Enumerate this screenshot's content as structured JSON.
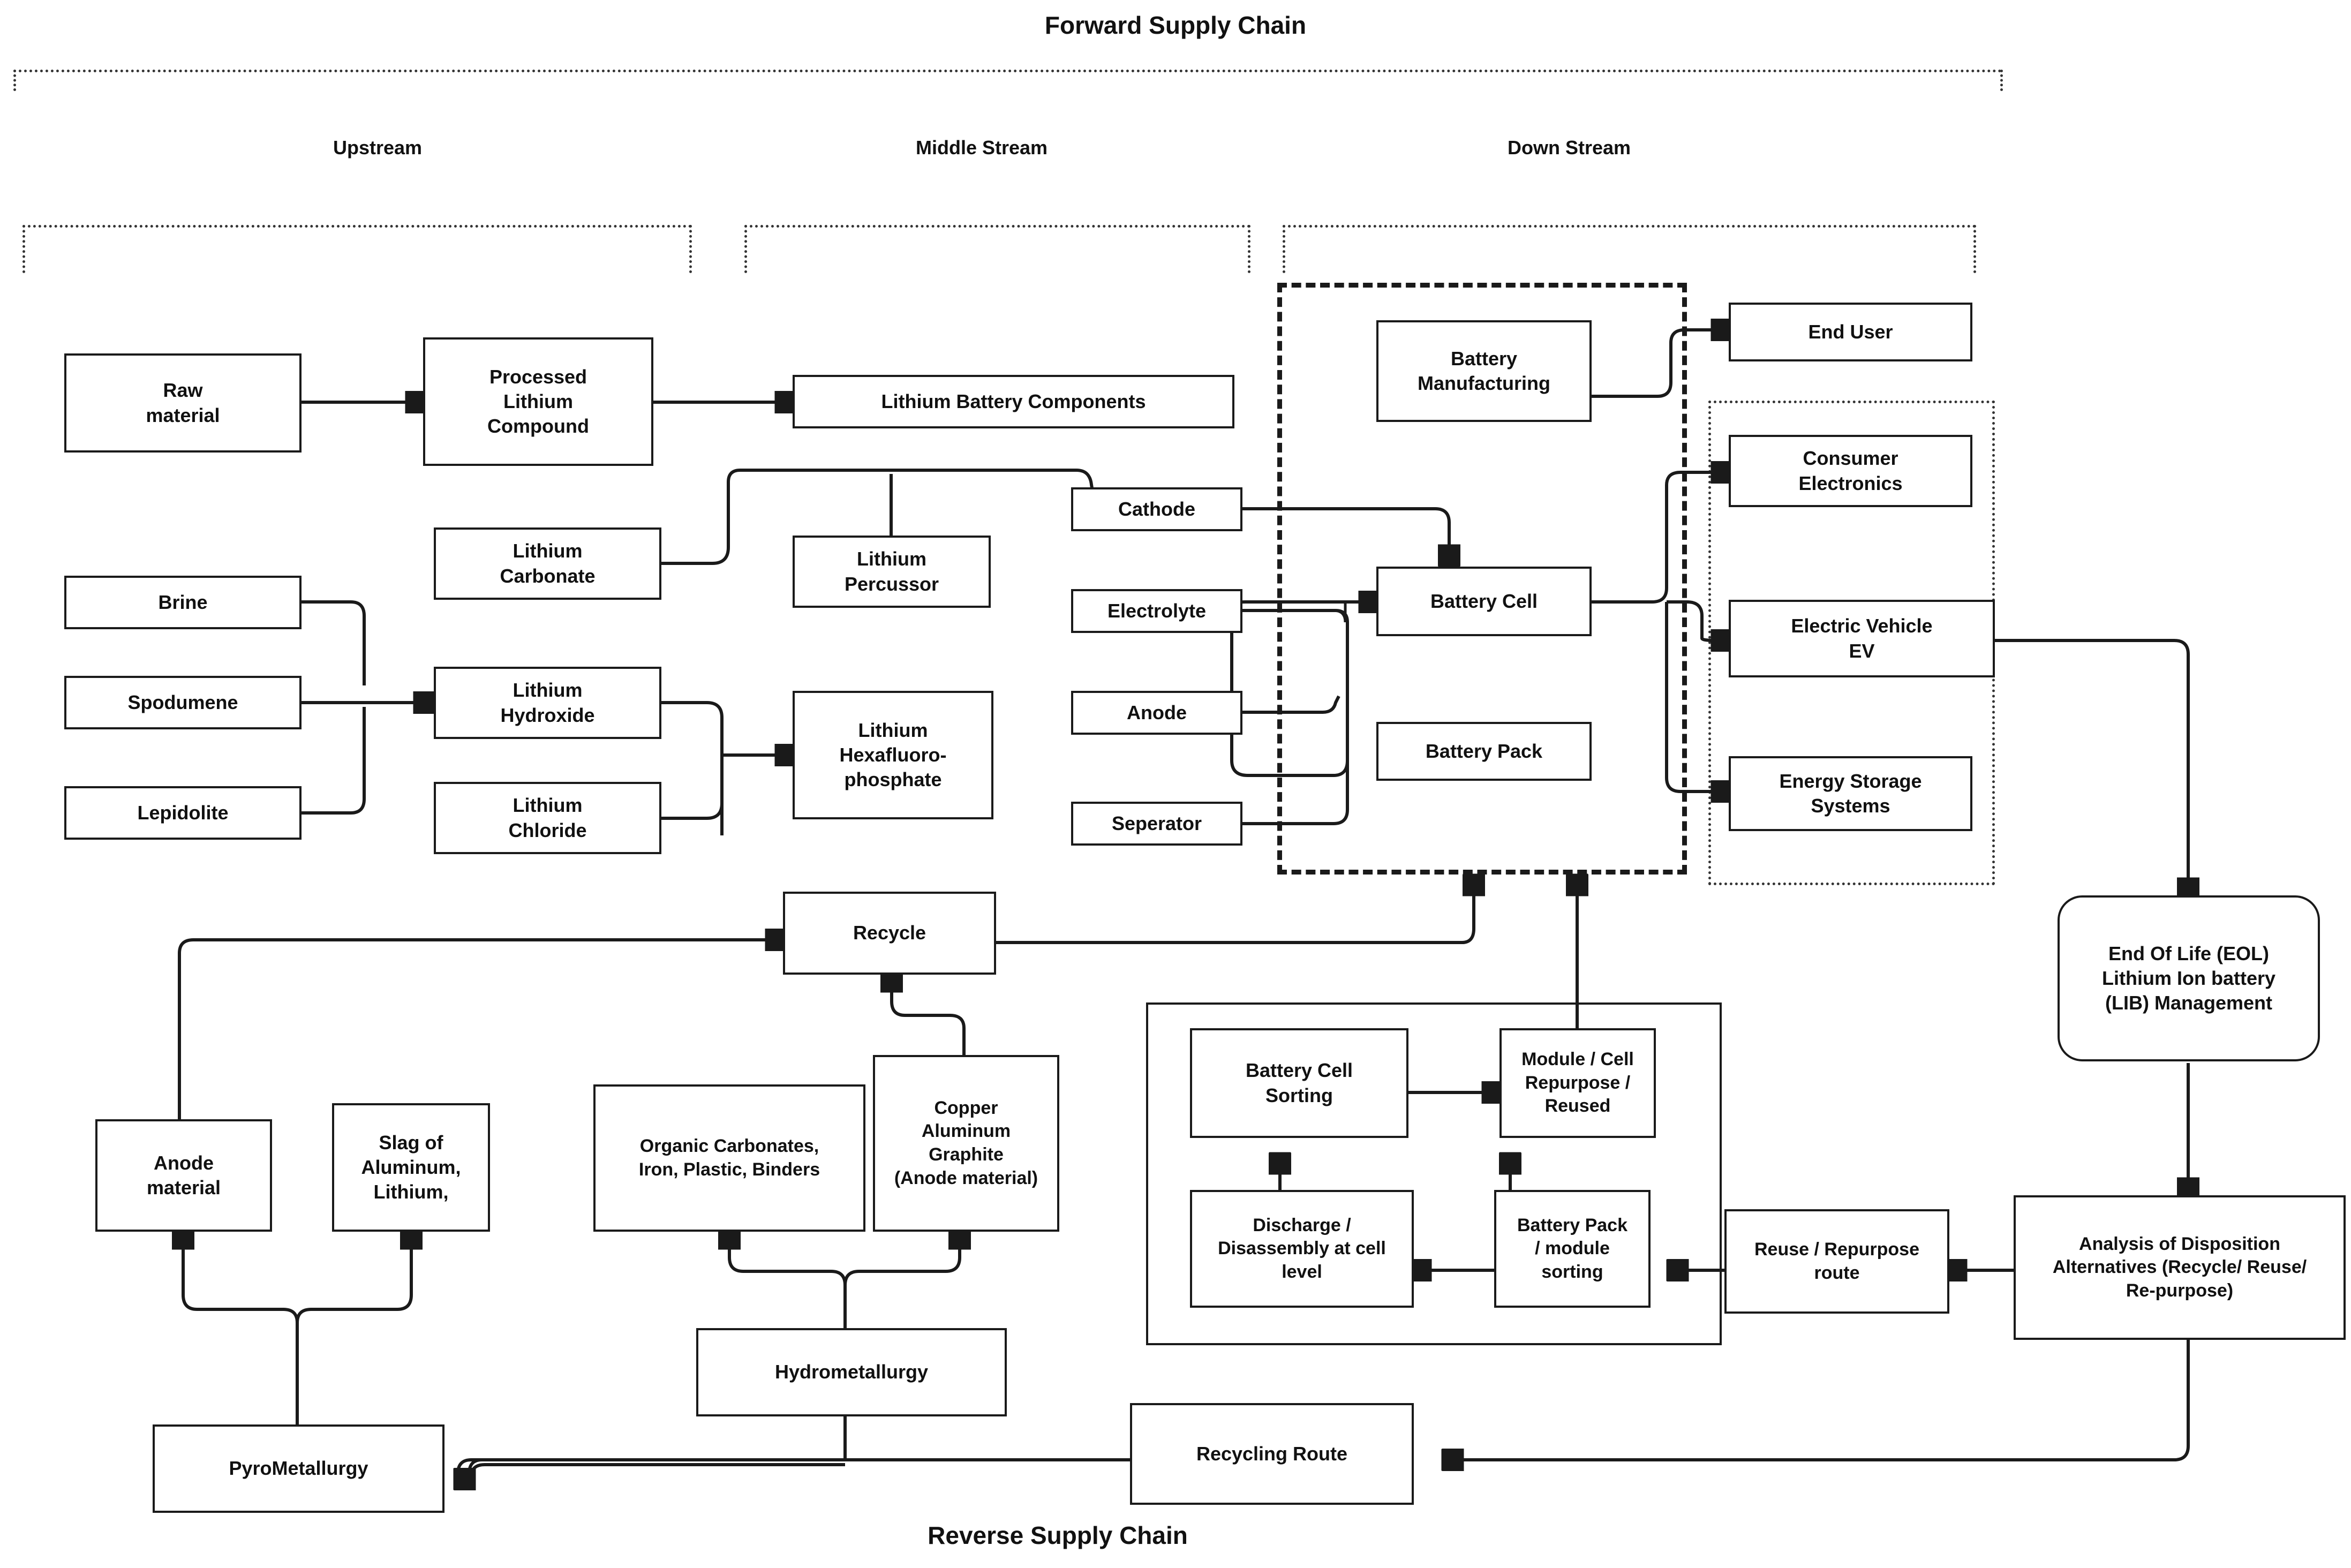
{
  "diagram": {
    "title_top": "Forward Supply Chain",
    "title_bottom": "Reverse Supply Chain",
    "stream_labels": {
      "upstream": "Upstream",
      "middle": "Middle Stream",
      "down": "Down Stream"
    },
    "accent_color": "#1a1a1a",
    "background_color": "#ffffff"
  },
  "nodes": {
    "raw_material": "Raw\nmaterial",
    "processed_lithium_compound": "Processed\nLithium\nCompound",
    "lithium_battery_components": "Lithium Battery Components",
    "brine": "Brine",
    "spodumene": "Spodumene",
    "lepidolite": "Lepidolite",
    "lithium_carbonate": "Lithium\nCarbonate",
    "lithium_hydroxide": "Lithium\nHydroxide",
    "lithium_chloride": "Lithium\nChloride",
    "lithium_percussor": "Lithium\nPercussor",
    "lithium_hexafluorophosphate": "Lithium\nHexafluoro-\nphosphate",
    "cathode": "Cathode",
    "electrolyte": "Electrolyte",
    "anode": "Anode",
    "seperator": "Seperator",
    "battery_manufacturing": "Battery\nManufacturing",
    "battery_cell": "Battery Cell",
    "battery_pack": "Battery Pack",
    "end_user": "End User",
    "consumer_electronics": "Consumer\nElectronics",
    "electric_vehicle_ev": "Electric Vehicle\nEV",
    "energy_storage_systems": "Energy Storage\nSystems",
    "eol_management": "End Of Life (EOL)\nLithium Ion battery\n(LIB) Management",
    "analysis_of_disposition": "Analysis of Disposition\nAlternatives (Recycle/ Reuse/\nRe-purpose)",
    "reuse_repurpose_route": "Reuse / Repurpose\nroute",
    "recycling_route": "Recycling Route",
    "battery_cell_sorting": "Battery Cell\nSorting",
    "module_cell_repurpose": "Module / Cell\nRepurpose /\nReused",
    "discharge_disassembly": "Discharge /\nDisassembly at cell\nlevel",
    "battery_pack_module_sorting": "Battery Pack\n/ module\nsorting",
    "recycle": "Recycle",
    "anode_material": "Anode\nmaterial",
    "slag_of_aluminum_lithium": "Slag of\nAluminum,\nLithium,",
    "organic_carbonates": "Organic Carbonates,\nIron, Plastic, Binders",
    "copper_aluminum_graphite": "Copper\nAluminum\nGraphite\n(Anode material)",
    "hydrometallurgy": "Hydrometallurgy",
    "pyrometallurgy": "PyroMetallurgy"
  }
}
